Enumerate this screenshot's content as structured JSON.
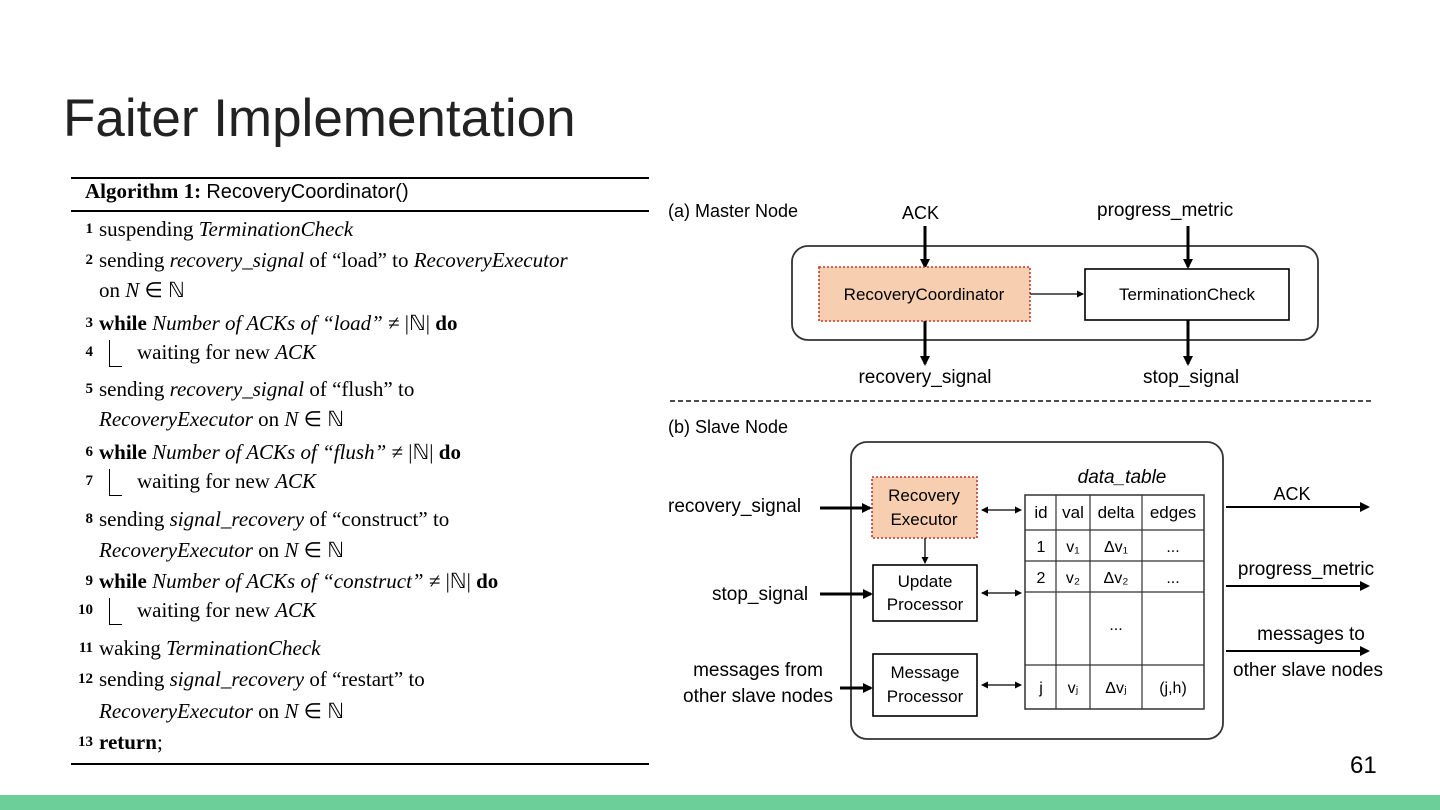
{
  "slide": {
    "title": "Faiter Implementation",
    "page_number": "61",
    "footer_color": "#6ccf9a"
  },
  "algorithm": {
    "label": "Algorithm 1:",
    "name": "RecoveryCoordinator()",
    "lines": [
      {
        "num": "1",
        "text": "suspending TerminationCheck"
      },
      {
        "num": "2",
        "text": "sending recovery_signal of “load” to RecoveryExecutor",
        "cont": "on N ∈ ℕ"
      },
      {
        "num": "3",
        "text": "while Number of ACKs of “load” ≠ |ℕ| do"
      },
      {
        "num": "4",
        "text": "waiting for new ACK",
        "indented": true
      },
      {
        "num": "5",
        "text": "sending recovery_signal of “flush” to",
        "cont": "RecoveryExecutor on N ∈ ℕ"
      },
      {
        "num": "6",
        "text": "while Number of ACKs of “flush” ≠ |ℕ| do"
      },
      {
        "num": "7",
        "text": "waiting for new ACK",
        "indented": true
      },
      {
        "num": "8",
        "text": "sending signal_recovery of “construct” to",
        "cont": "RecoveryExecutor on N ∈ ℕ"
      },
      {
        "num": "9",
        "text": "while Number of ACKs of “construct” ≠ |ℕ| do"
      },
      {
        "num": "10",
        "text": "waiting for new ACK",
        "indented": true
      },
      {
        "num": "11",
        "text": "waking TerminationCheck"
      },
      {
        "num": "12",
        "text": "sending signal_recovery of “restart” to",
        "cont": "RecoveryExecutor on N ∈ ℕ"
      },
      {
        "num": "13",
        "text": "return;"
      }
    ]
  },
  "diagram": {
    "master": {
      "label": "(a) Master Node",
      "ack": "ACK",
      "progress_metric": "progress_metric",
      "recovery_coordinator": "RecoveryCoordinator",
      "termination_check": "TerminationCheck",
      "recovery_signal": "recovery_signal",
      "stop_signal": "stop_signal"
    },
    "slave": {
      "label": "(b) Slave Node",
      "data_table_title": "data_table",
      "recovery_executor_line1": "Recovery",
      "recovery_executor_line2": "Executor",
      "update_processor_line1": "Update",
      "update_processor_line2": "Processor",
      "message_processor_line1": "Message",
      "message_processor_line2": "Processor",
      "in_recovery_signal": "recovery_signal",
      "in_stop_signal": "stop_signal",
      "in_messages_line1": "messages from",
      "in_messages_line2": "other slave nodes",
      "out_ack": "ACK",
      "out_progress_metric": "progress_metric",
      "out_messages_line1": "messages to",
      "out_messages_line2": "other slave nodes",
      "table_headers": [
        "id",
        "val",
        "delta",
        "edges"
      ],
      "table_rows": [
        [
          "1",
          "v₁",
          "Δv₁",
          "..."
        ],
        [
          "2",
          "v₂",
          "Δv₂",
          "..."
        ],
        [
          "",
          "",
          "...",
          ""
        ],
        [
          "j",
          "vⱼ",
          "Δvⱼ",
          "(j,h)"
        ]
      ]
    },
    "highlight_fill": "#f7cfb0",
    "highlight_border": "#c0392b"
  }
}
